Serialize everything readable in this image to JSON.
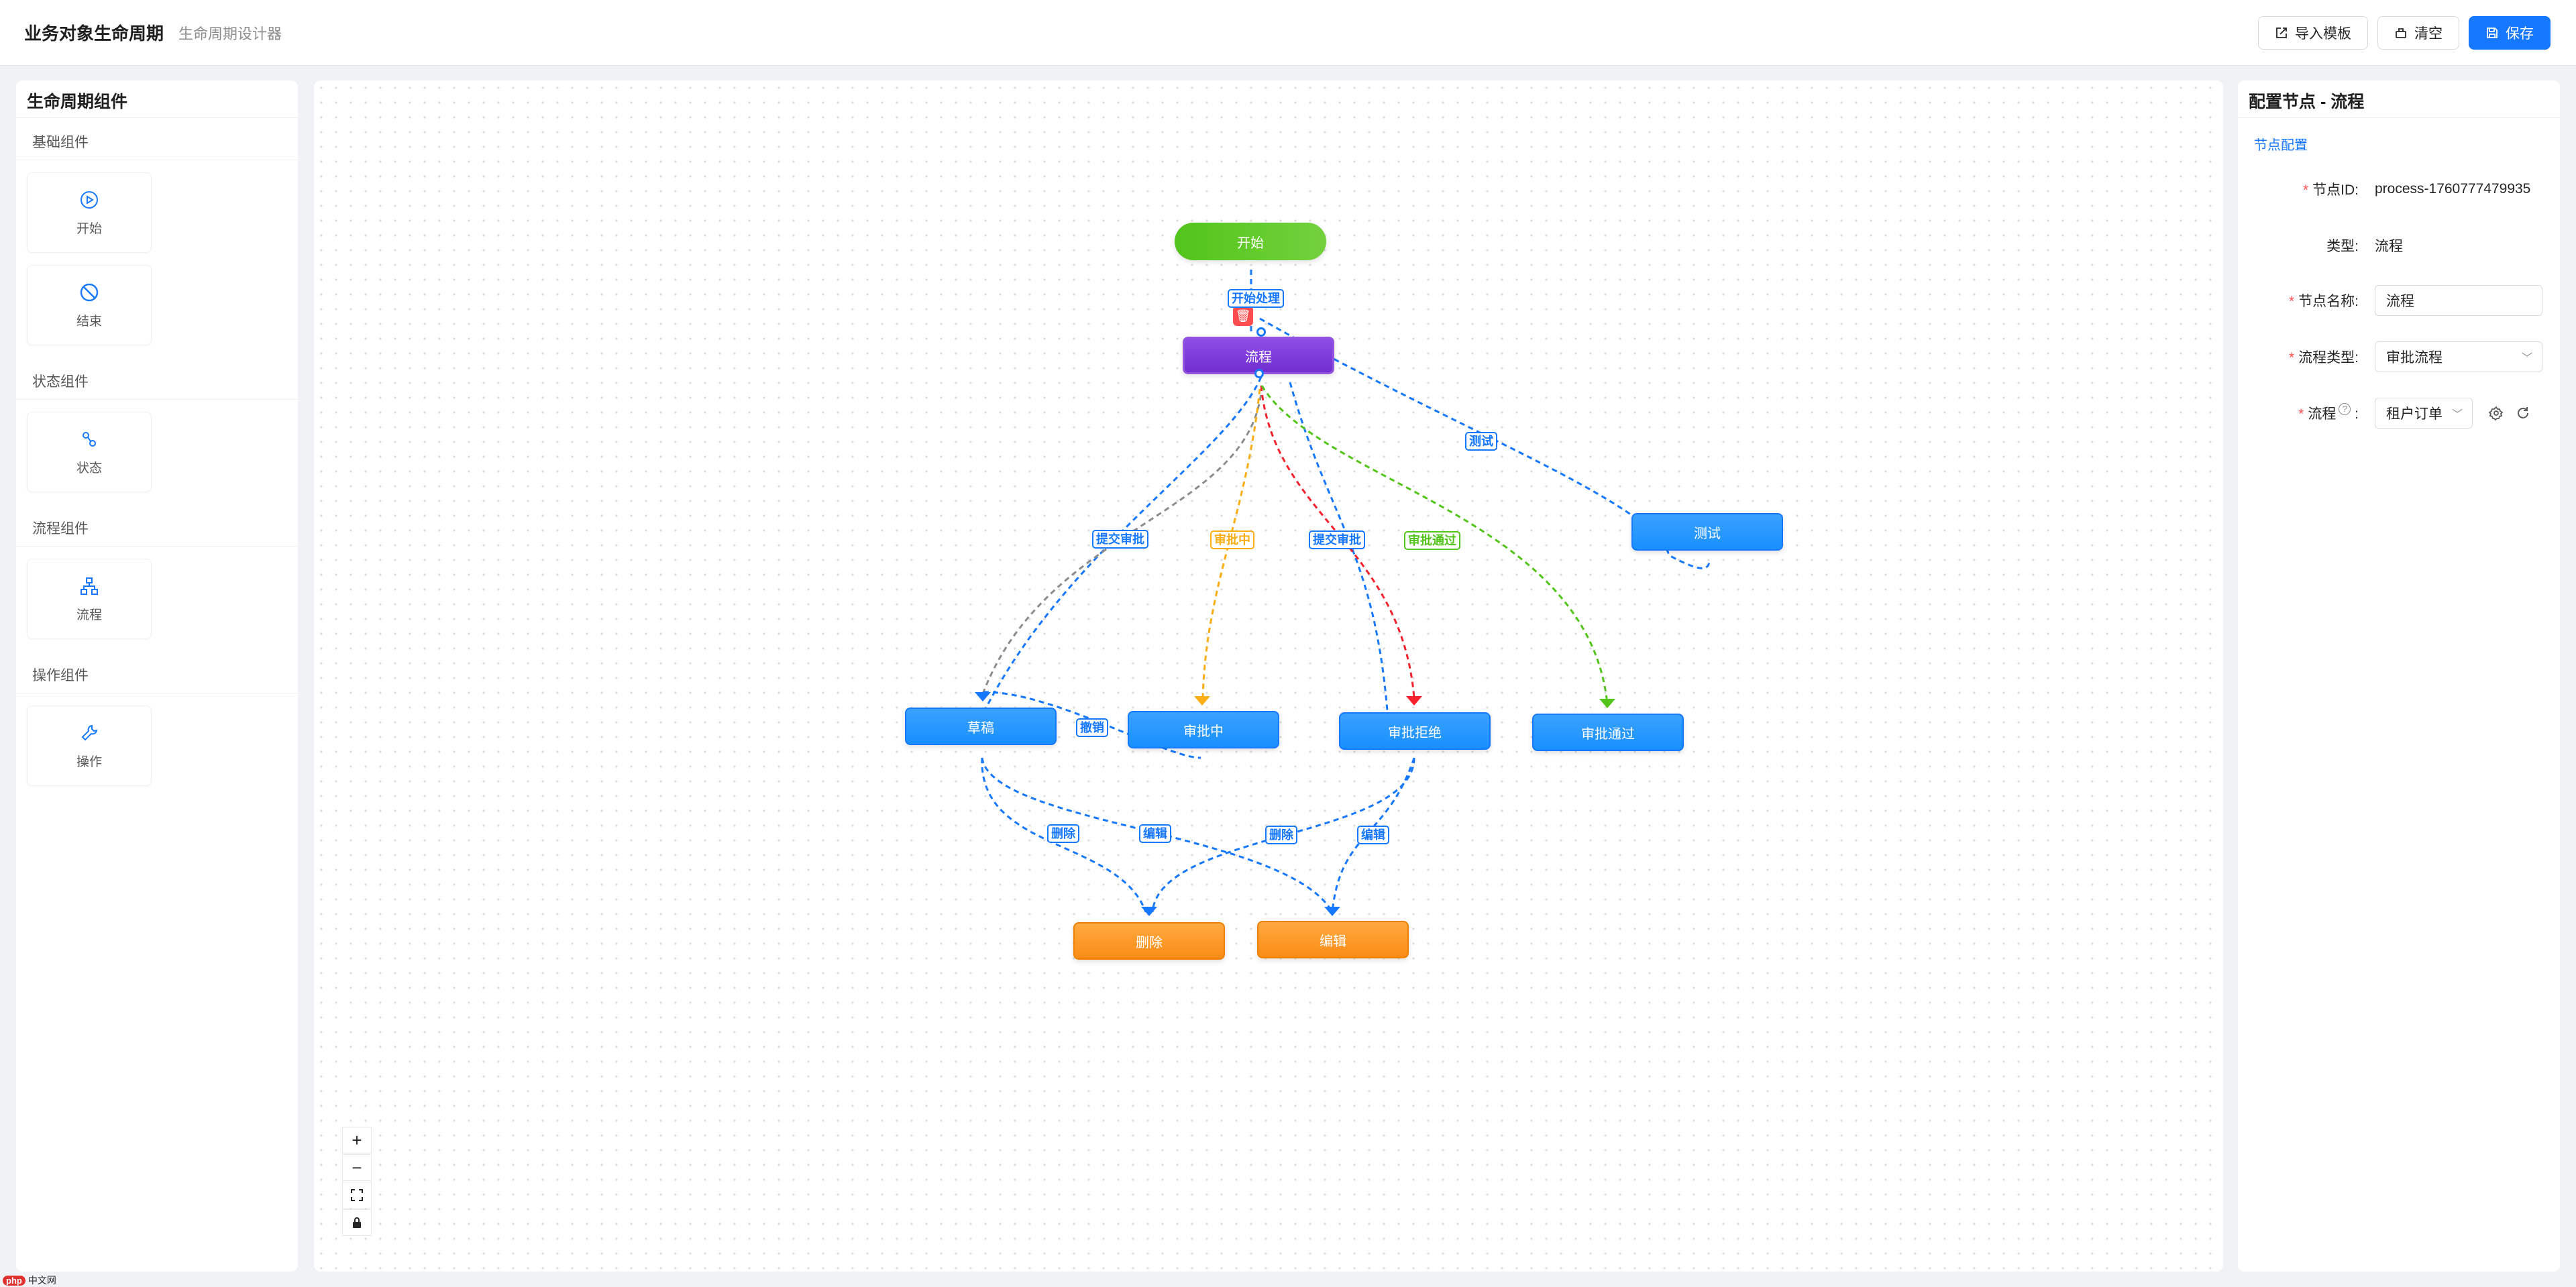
{
  "header": {
    "title": "业务对象生命周期",
    "subtitle": "生命周期设计器",
    "import_label": "导入模板",
    "clear_label": "清空",
    "save_label": "保存"
  },
  "left_panel": {
    "title": "生命周期组件",
    "sections": [
      {
        "title": "基础组件",
        "items": [
          {
            "label": "开始",
            "icon": "play-circle-icon"
          },
          {
            "label": "结束",
            "icon": "stop-icon"
          }
        ]
      },
      {
        "title": "状态组件",
        "items": [
          {
            "label": "状态",
            "icon": "state-icon"
          }
        ]
      },
      {
        "title": "流程组件",
        "items": [
          {
            "label": "流程",
            "icon": "flow-icon"
          }
        ]
      },
      {
        "title": "操作组件",
        "items": [
          {
            "label": "操作",
            "icon": "wrench-icon"
          }
        ]
      }
    ]
  },
  "canvas": {
    "nodes": {
      "start": "开始",
      "process": "流程",
      "test": "测试",
      "draft": "草稿",
      "reviewing": "审批中",
      "rejected": "审批拒绝",
      "approved": "审批通过",
      "delete": "删除",
      "edit": "编辑"
    },
    "edge_labels": {
      "start_process": "开始处理",
      "test": "测试",
      "submit_1": "提交审批",
      "reviewing": "审批中",
      "submit_2": "提交审批",
      "approved": "审批通过",
      "revoke": "撤销",
      "delete_1": "删除",
      "edit_1": "编辑",
      "delete_2": "删除",
      "edit_2": "编辑"
    },
    "colors": {
      "blue": "#1677ff",
      "orange": "#faad14",
      "red": "#f5222d",
      "green": "#52c41a",
      "gray": "#8c8c8c"
    },
    "controls": {
      "zoom_in": "+",
      "zoom_out": "−",
      "fit": "⛶"
    }
  },
  "right_panel": {
    "title": "配置节点 - 流程",
    "tab": "节点配置",
    "fields": {
      "node_id_label": "节点ID:",
      "node_id_value": "process-1760777479935",
      "type_label": "类型:",
      "type_value": "流程",
      "name_label": "节点名称:",
      "name_value": "流程",
      "flow_type_label": "流程类型:",
      "flow_type_value": "审批流程",
      "flow_label": "流程",
      "flow_value": "租户订单"
    }
  },
  "footer_logo": {
    "badge": "php",
    "text": "中文网"
  }
}
